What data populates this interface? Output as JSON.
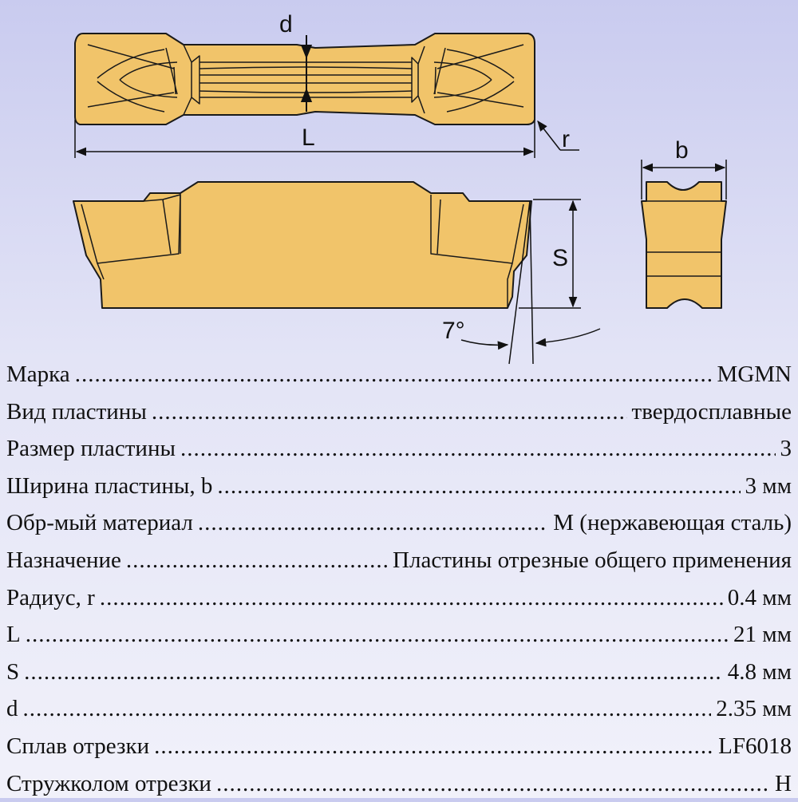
{
  "drawing": {
    "labels": {
      "d": "d",
      "L": "L",
      "r": "r",
      "b": "b",
      "S": "S",
      "angle": "7°"
    },
    "colors": {
      "insert_fill": "#f1c46a",
      "outline": "#1a1a1a",
      "background_top": "#c9cbef"
    }
  },
  "specs": [
    {
      "label": "Марка",
      "value": "MGMN"
    },
    {
      "label": "Вид пластины",
      "value": "твердосплавные"
    },
    {
      "label": "Размер пластины",
      "value": "3"
    },
    {
      "label": "Ширина пластины, b",
      "value": "3 мм"
    },
    {
      "label": "Обр-мый материал",
      "value": "M (нержавеющая сталь)"
    },
    {
      "label": "Назначение",
      "value": "Пластины отрезные общего применения"
    },
    {
      "label": "Радиус, r",
      "value": "0.4 мм"
    },
    {
      "label": "L",
      "value": "21 мм"
    },
    {
      "label": "S",
      "value": "4.8 мм"
    },
    {
      "label": "d",
      "value": "2.35 мм"
    },
    {
      "label": "Сплав отрезки",
      "value": "LF6018"
    },
    {
      "label": "Стружколом отрезки",
      "value": "H"
    }
  ]
}
